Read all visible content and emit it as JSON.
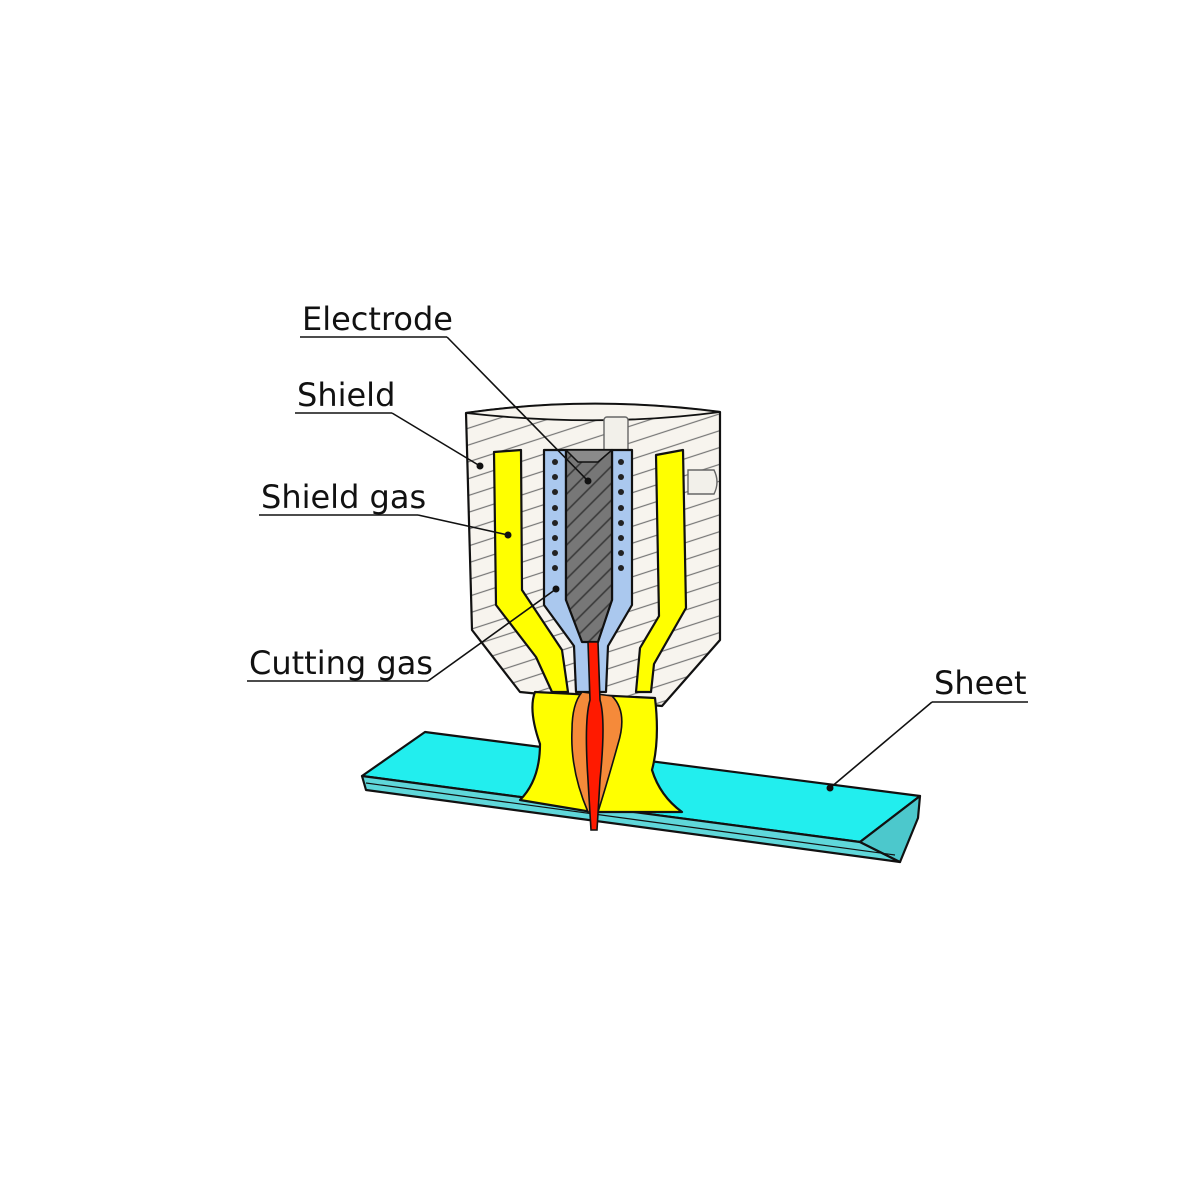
{
  "labels": {
    "electrode": "Electrode",
    "shield": "Shield",
    "shield_gas": "Shield gas",
    "cutting_gas": "Cutting gas",
    "sheet": "Sheet"
  },
  "colors": {
    "shield_body": "#f7f4ee",
    "hatch": "#777777",
    "shield_gas": "#ffff00",
    "cutting_gas": "#aac8ee",
    "electrode": "#777777",
    "plasma_core": "#ff1a00",
    "plasma_outer": "#f58a3a",
    "sheet_top": "#22eeee",
    "sheet_side": "#5fd7da"
  }
}
